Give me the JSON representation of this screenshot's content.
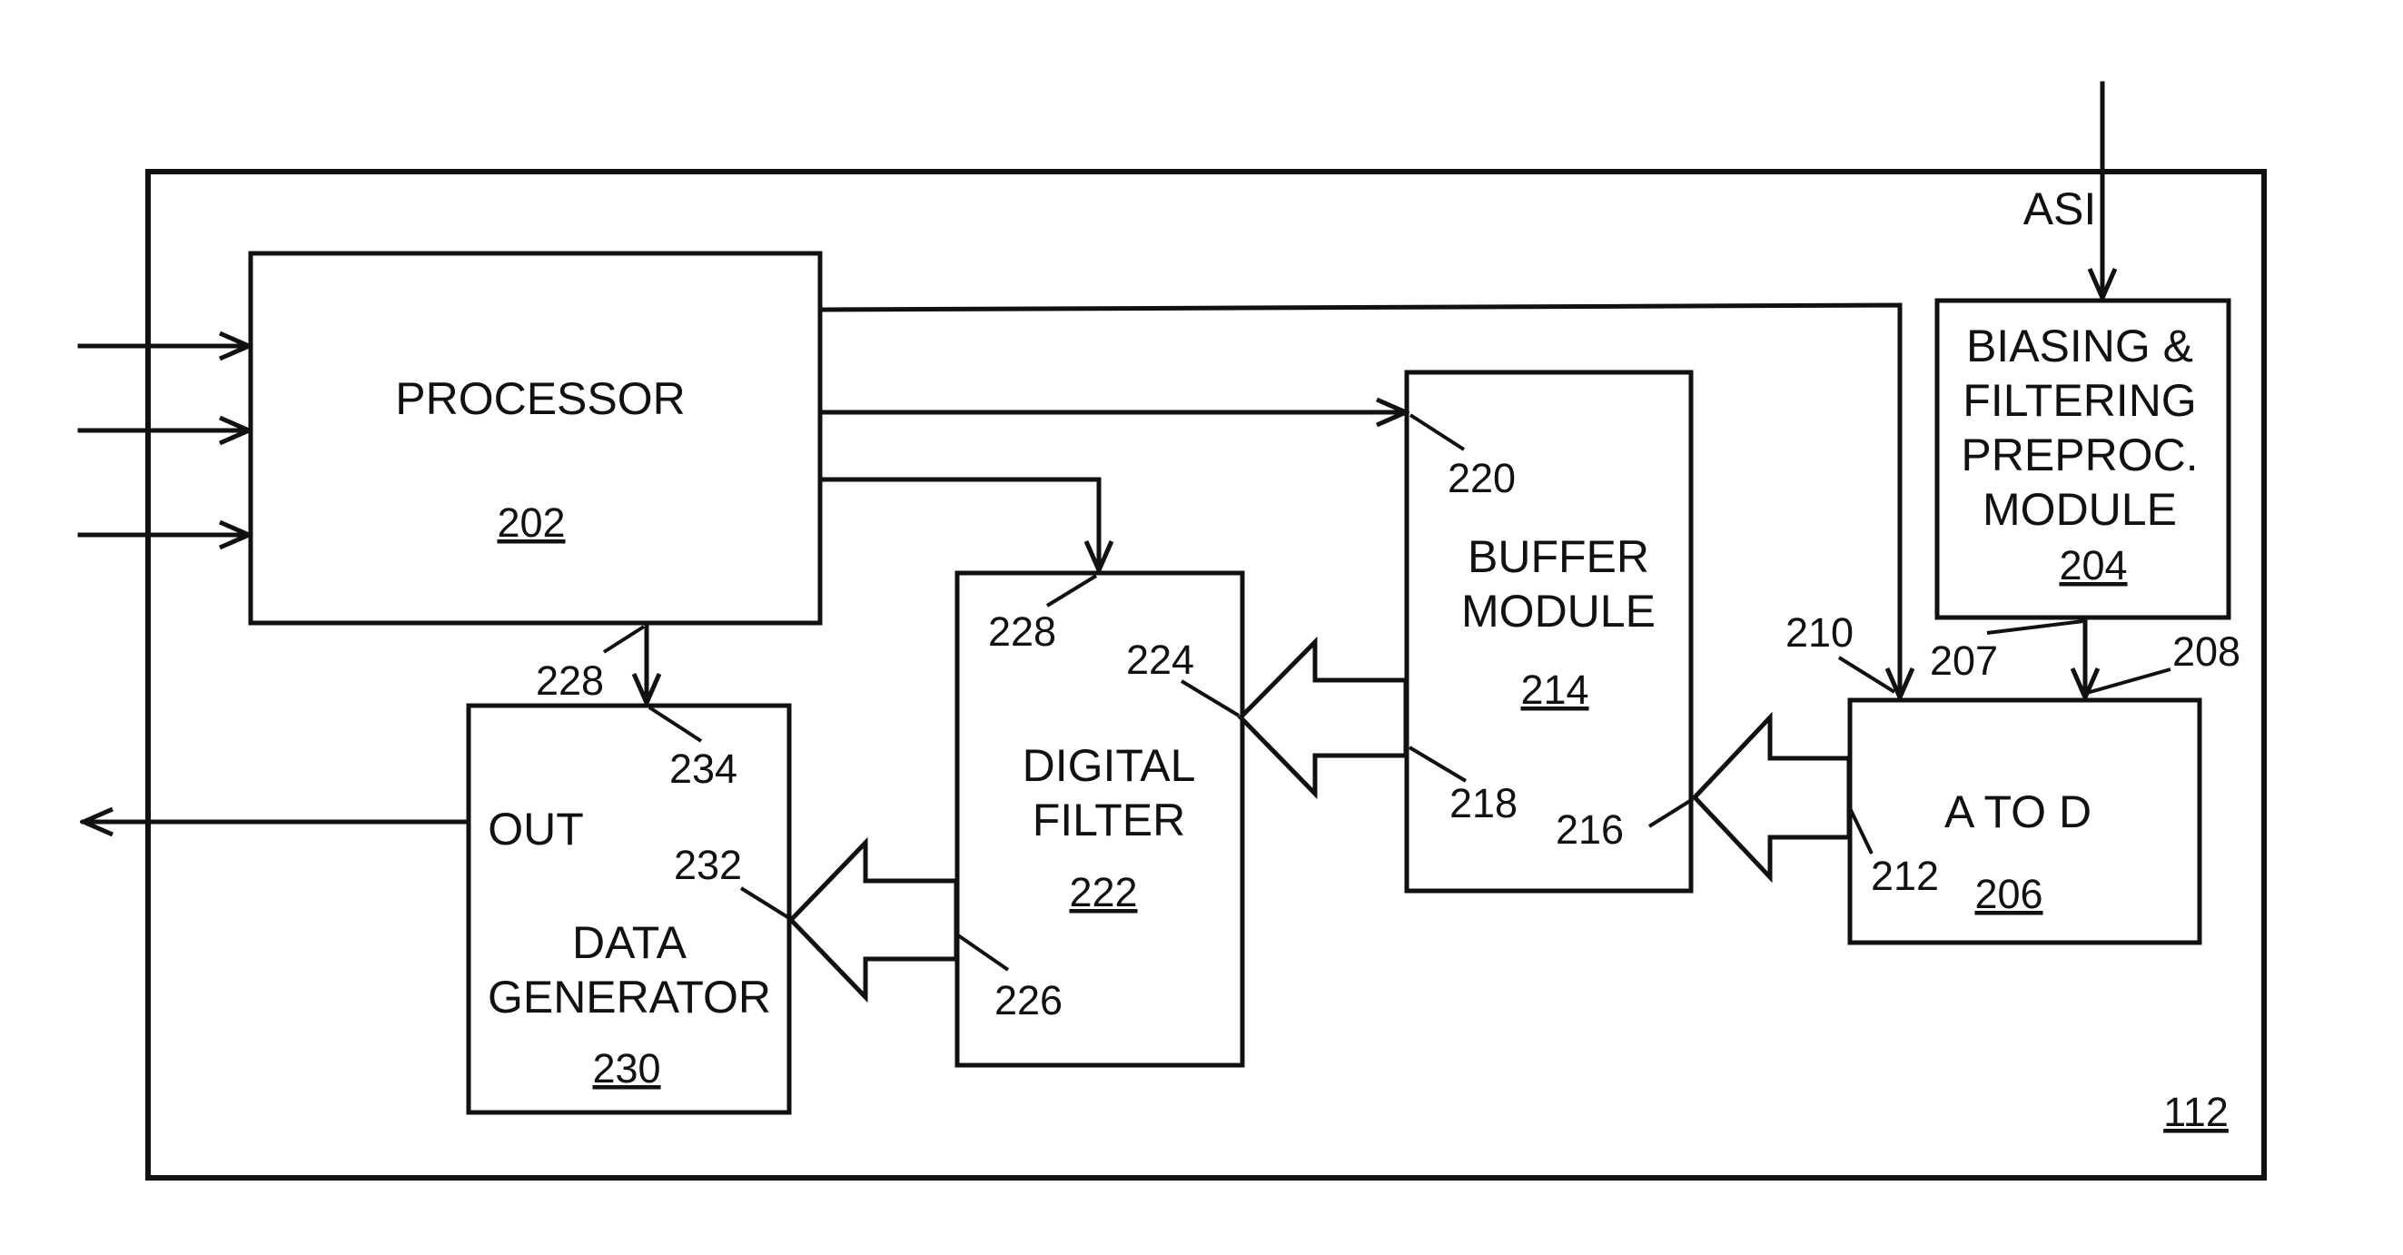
{
  "blocks": {
    "system_ref": "112",
    "processor": {
      "label": "PROCESSOR",
      "ref": "202"
    },
    "biasing": {
      "lines": [
        "BIASING &",
        "FILTERING",
        "PREPROC.",
        "MODULE"
      ],
      "ref": "204"
    },
    "atod": {
      "label": "A TO D",
      "ref": "206"
    },
    "buffer": {
      "lines": [
        "BUFFER",
        "MODULE"
      ],
      "ref": "214"
    },
    "digital_filter": {
      "lines": [
        "DIGITAL",
        "FILTER"
      ],
      "ref": "222"
    },
    "data_generator": {
      "lines": [
        "DATA",
        "GENERATOR"
      ],
      "ref": "230",
      "out_label": "OUT"
    }
  },
  "signals": {
    "asi": "ASI"
  },
  "refs": {
    "r207": "207",
    "r208": "208",
    "r210": "210",
    "r212": "212",
    "r216": "216",
    "r218": "218",
    "r220": "220",
    "r224": "224",
    "r226": "226",
    "r228_a": "228",
    "r228_b": "228",
    "r232": "232",
    "r234": "234"
  }
}
